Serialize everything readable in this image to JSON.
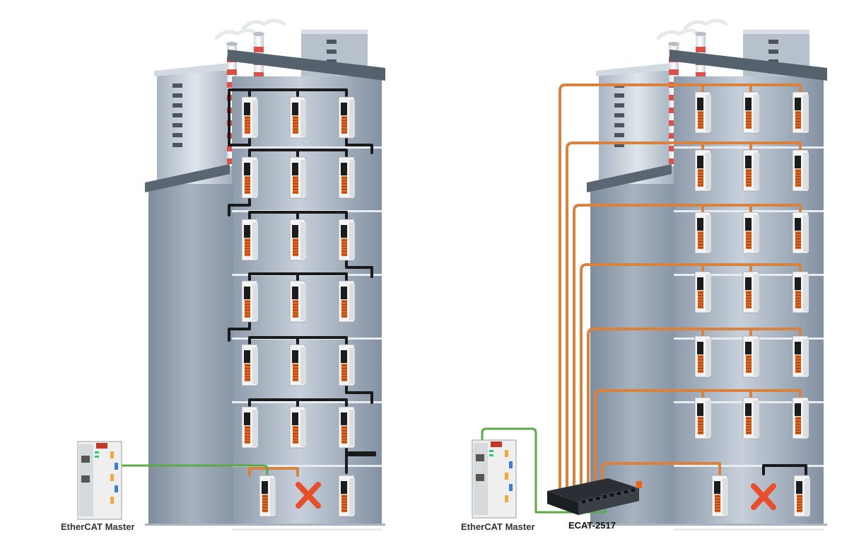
{
  "labels": {
    "master_left": "EtherCAT Master",
    "master_right": "EtherCAT Master",
    "switch": "ECAT-2517"
  },
  "diagrams": [
    {
      "topology": "daisy-chain line",
      "slave_rows": 6,
      "slaves_per_row": 3,
      "bottom_row_slaves": 3,
      "failed_slave": "bottom row, middle"
    },
    {
      "topology": "star via ECAT-2517",
      "slave_rows": 6,
      "slaves_per_row": 3,
      "bottom_row_slaves": 3,
      "failed_slave": "bottom row, middle"
    }
  ],
  "icons": {
    "master": "ethercat-master-controller-icon",
    "slave": "io-module-icon",
    "switch": "ethercat-branch-switch-icon",
    "failure": "red-x-failure-icon",
    "chimney": "chimney-icon"
  },
  "colors": {
    "cable_black": "#1a1a1a",
    "cable_orange": "#d9823e",
    "cable_green": "#5fa84a",
    "building_light": "#c6cfd9",
    "building_mid": "#9aa7b6",
    "building_dark": "#5f6c7b",
    "module_orange": "#e8661c",
    "x_red": "#e84d2c"
  }
}
